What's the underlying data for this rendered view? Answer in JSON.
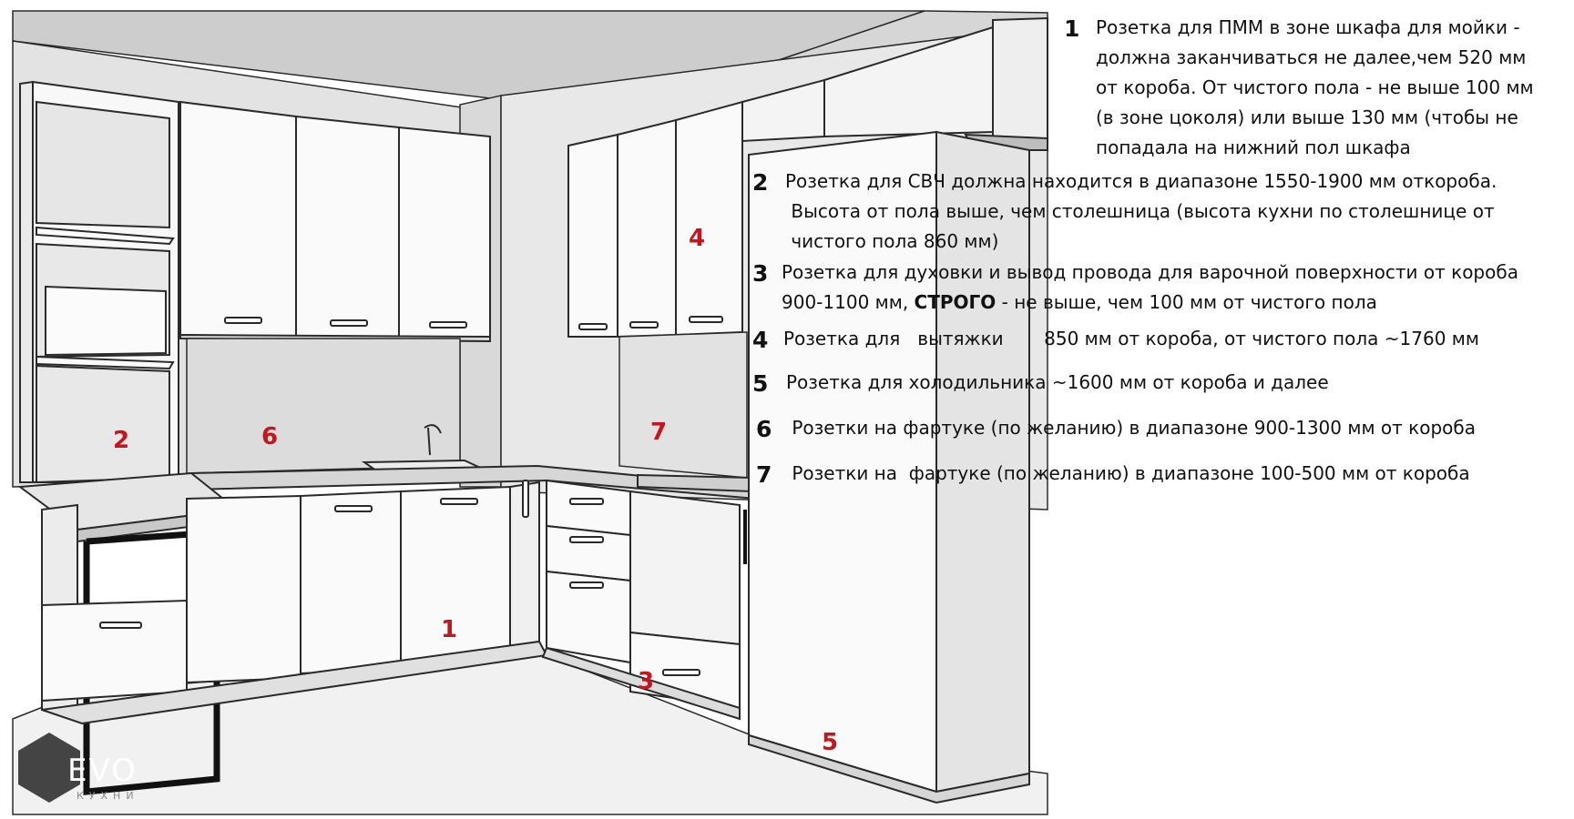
{
  "markers": [
    "1",
    "2",
    "3",
    "4",
    "5",
    "6",
    "7"
  ],
  "notes": [
    {
      "num": "1",
      "lines": [
        "Розетка для ПММ в зоне шкафа для мойки -",
        "должна заканчиваться не далее,чем 520 мм",
        "от короба. От чистого пола - не выше 100 мм",
        "(в зоне цоколя) или выше 130 мм (чтобы не",
        "попадала на нижний пол шкафа"
      ]
    },
    {
      "num": "2",
      "lines": [
        "Розетка для СВЧ должна находится в диапазоне 1550-1900 мм откороба.",
        " Высота от пола выше, чем столешница (высота кухни по столешнице от",
        " чистого пола 860 мм)"
      ]
    },
    {
      "num": "3",
      "line1": "Розетка для духовки и вывод провода для варочной поверхности от короба",
      "line2_pre": "900-1100 мм, ",
      "line2_bold": "СТРОГО",
      "line2_post": " - не выше, чем 100 мм от чистого пола"
    },
    {
      "num": "4",
      "lines": [
        "Розетка для   вытяжки       850 мм от короба, от чистого пола ~1760 мм"
      ]
    },
    {
      "num": "5",
      "lines": [
        "Розетка для холодильника ~1600 мм от короба и далее"
      ]
    },
    {
      "num": "6",
      "lines": [
        " Розетки на фартуке (по желанию) в диапазоне 900-1300 мм от короба"
      ]
    },
    {
      "num": "7",
      "lines": [
        " Розетки на  фартуке (по желанию) в диапазоне 100-500 мм от короба"
      ]
    }
  ],
  "logo": {
    "text": "EVO",
    "sub": "КУХНИ"
  },
  "colors": {
    "marker": "#c8141c",
    "line": "#2a2a2a",
    "wall": "#dedede",
    "ceiling": "#cfcfcf",
    "floor": "#f0f0f0",
    "cabinet": "#fafafa"
  }
}
